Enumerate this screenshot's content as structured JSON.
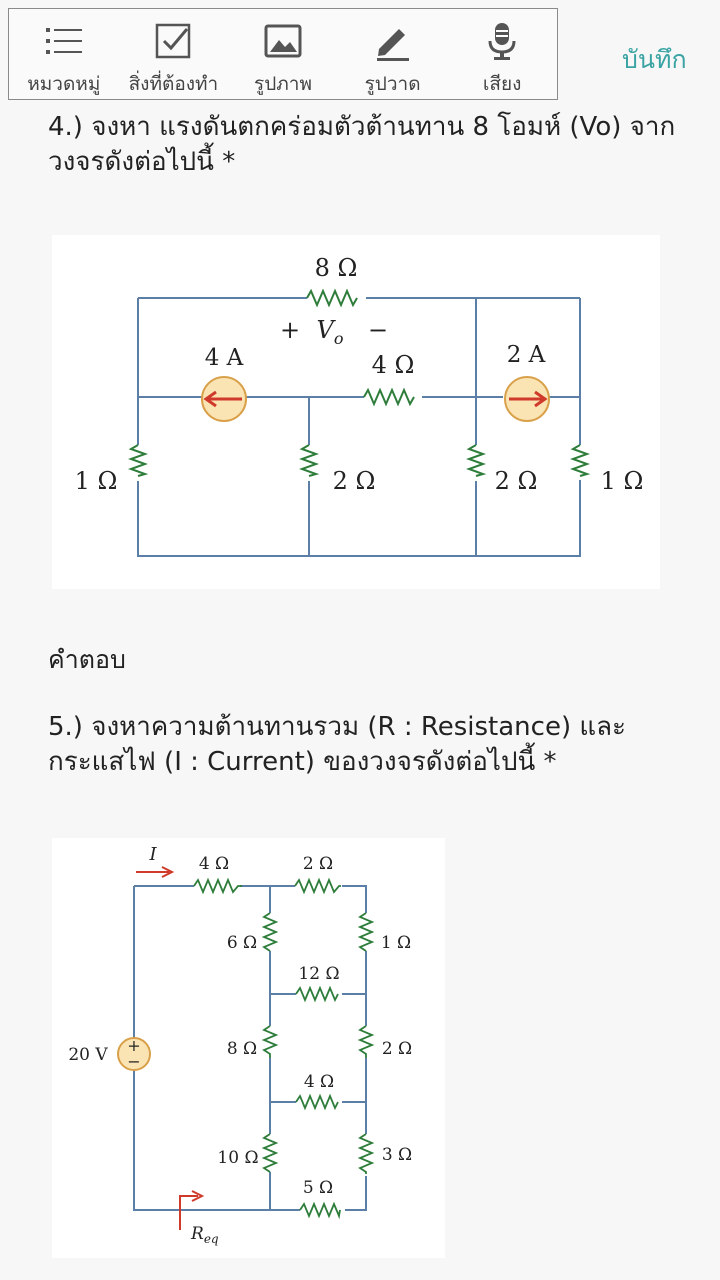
{
  "toolbar": {
    "items": [
      {
        "label": "หมวดหมู่",
        "icon": "list-icon"
      },
      {
        "label": "สิ่งที่ต้องทำ",
        "icon": "checkbox-icon"
      },
      {
        "label": "รูปภาพ",
        "icon": "image-icon"
      },
      {
        "label": "รูปวาด",
        "icon": "pencil-icon"
      },
      {
        "label": "เสียง",
        "icon": "microphone-icon"
      }
    ],
    "save_label": "บันทึก"
  },
  "question4": {
    "text": "4.) จงหา แรงดันตกคร่อมตัวต้านทาน 8 โอมห์ (Vo) จากวงจรดังต่อไปนี้ *"
  },
  "circuit1": {
    "r8": "8 Ω",
    "vo_plus": "+",
    "vo_minus": "−",
    "vo": "V",
    "vo_sub": "o",
    "src1": "4 A",
    "r4": "4 Ω",
    "src2": "2 A",
    "r1_left": "1 Ω",
    "r2_mid": "2 Ω",
    "r2_right": "2 Ω",
    "r1_right": "1 Ω"
  },
  "answer_label": "คำตอบ",
  "question5": {
    "text": "5.) จงหาความต้านทานรวม (R : Resistance) และ กระแสไฟ (I : Current) ของวงจรดังต่อไปนี้ *"
  },
  "circuit2": {
    "current": "I",
    "r4_top": "4 Ω",
    "r2_top": "2 Ω",
    "r6": "6 Ω",
    "r1": "1 Ω",
    "r12": "12 Ω",
    "source": "20 V",
    "r8": "8 Ω",
    "r2_right": "2 Ω",
    "r4_mid": "4 Ω",
    "r10": "10 Ω",
    "r3": "3 Ω",
    "r5": "5 Ω",
    "req": "R",
    "req_sub": "eq"
  },
  "colors": {
    "accent": "#3aa3a3",
    "wire": "#5b7fa6",
    "source_fill": "#fbe4b4",
    "arrow": "#d03a2b"
  }
}
